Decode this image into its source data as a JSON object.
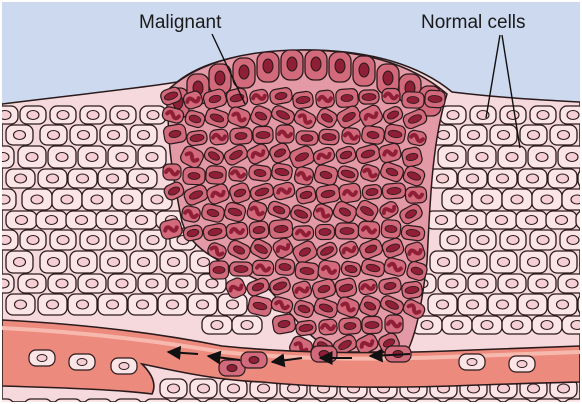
{
  "diagram": {
    "labels": {
      "malignant": "Malignant",
      "normal_cells": "Normal cells"
    },
    "colors": {
      "background": "#cdd9ef",
      "normal_cell_fill": "#fbe5e6",
      "normal_cell_stroke": "#2a1a1c",
      "normal_nucleus_fill": "#f5cfd3",
      "malignant_cell_fill": "#d26a7c",
      "malignant_nucleus_fill": "#8f1f36",
      "tissue_fill": "#f6d9dc",
      "vessel_fill": "#ec8a7e",
      "vessel_highlight": "#f7b9ad"
    },
    "arrow_count": 5
  }
}
